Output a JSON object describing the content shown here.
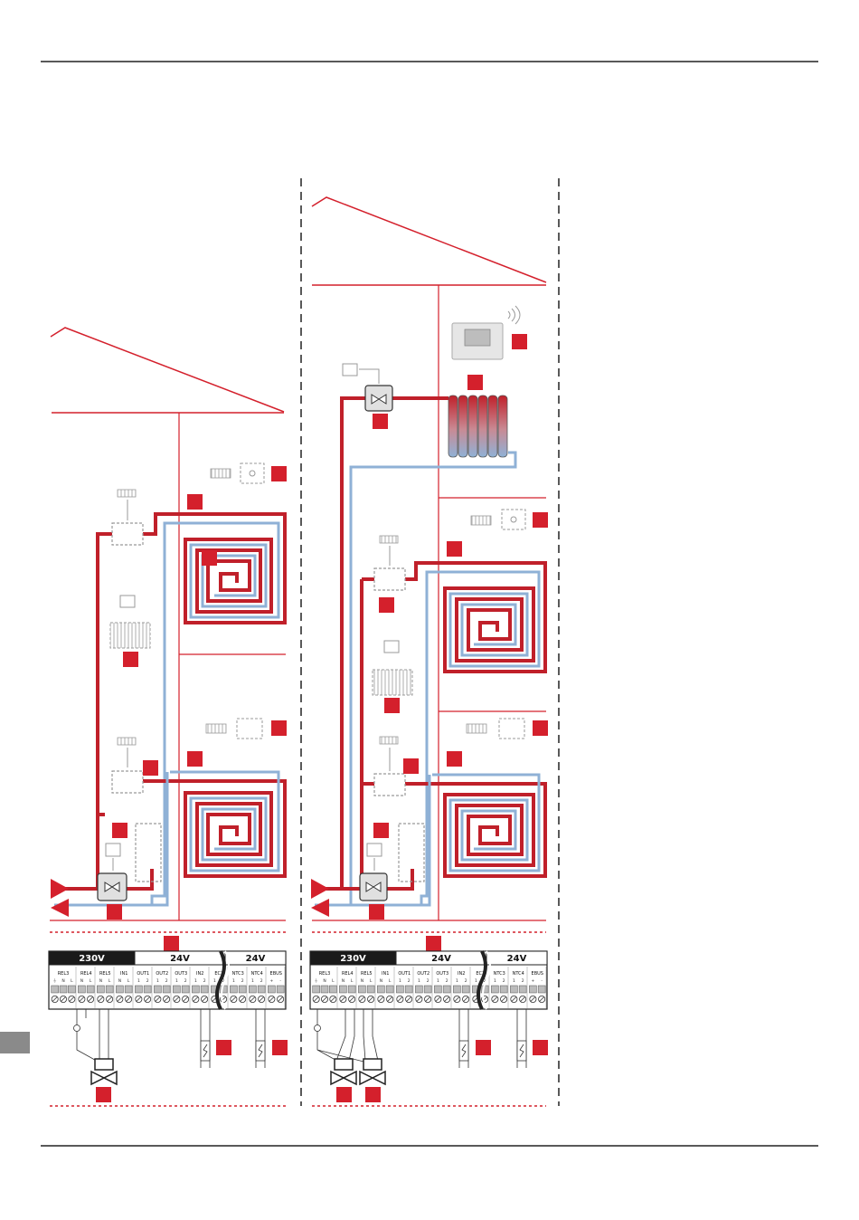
{
  "colors": {
    "accent_red": "#d4202c",
    "supply_pipe": "#c0202a",
    "return_pipe": "#8fb1d6",
    "terminal_header": "#1a1a1a",
    "footer_tab": "#8a8a8a"
  },
  "left_panel": {
    "terminal_groups": [
      {
        "label": "230V",
        "dark": true
      },
      {
        "label": "24V",
        "dark": false
      },
      {
        "label": "24V",
        "dark": false
      }
    ],
    "terminals": [
      {
        "label": "REL3",
        "pins": [
          "⏚",
          "N",
          "L"
        ]
      },
      {
        "label": "REL4",
        "pins": [
          "N",
          "L"
        ]
      },
      {
        "label": "REL5",
        "pins": [
          "N",
          "L"
        ]
      },
      {
        "label": "IN1",
        "pins": [
          "N",
          "L"
        ]
      },
      {
        "label": "OUT1",
        "pins": [
          "1",
          "2"
        ]
      },
      {
        "label": "OUT2",
        "pins": [
          "1",
          "2"
        ]
      },
      {
        "label": "OUT3",
        "pins": [
          "1",
          "2"
        ]
      },
      {
        "label": "IN2",
        "pins": [
          "1",
          "2"
        ]
      },
      {
        "label": "EC2",
        "pins": [
          "1",
          "2"
        ]
      },
      {
        "label": "NTC3",
        "pins": [
          "1",
          "2"
        ]
      },
      {
        "label": "NTC4",
        "pins": [
          "1",
          "2"
        ]
      },
      {
        "label": "EBUS",
        "pins": [
          "+",
          "-"
        ]
      }
    ]
  },
  "right_panel": {
    "terminal_groups": [
      {
        "label": "230V",
        "dark": true
      },
      {
        "label": "24V",
        "dark": false
      },
      {
        "label": "24V",
        "dark": false
      }
    ],
    "terminals": [
      {
        "label": "REL3",
        "pins": [
          "⏚",
          "N",
          "L"
        ]
      },
      {
        "label": "REL4",
        "pins": [
          "N",
          "L"
        ]
      },
      {
        "label": "REL5",
        "pins": [
          "N",
          "L"
        ]
      },
      {
        "label": "IN1",
        "pins": [
          "N",
          "L"
        ]
      },
      {
        "label": "OUT1",
        "pins": [
          "1",
          "2"
        ]
      },
      {
        "label": "OUT2",
        "pins": [
          "1",
          "2"
        ]
      },
      {
        "label": "OUT3",
        "pins": [
          "1",
          "2"
        ]
      },
      {
        "label": "IN2",
        "pins": [
          "1",
          "2"
        ]
      },
      {
        "label": "EC2",
        "pins": [
          "1",
          "2"
        ]
      },
      {
        "label": "NTC3",
        "pins": [
          "1",
          "2"
        ]
      },
      {
        "label": "NTC4",
        "pins": [
          "1",
          "2"
        ]
      },
      {
        "label": "EBUS",
        "pins": [
          "+",
          "-"
        ]
      }
    ]
  },
  "icons": [
    "house-roof-icon",
    "thermostat-icon",
    "radiator-icon",
    "zone-valve-icon",
    "floor-heating-loop-icon",
    "room-sensor-icon",
    "wireless-signal-icon",
    "actuator-valve-icon",
    "sensor-icon",
    "flow-arrow-icon"
  ]
}
